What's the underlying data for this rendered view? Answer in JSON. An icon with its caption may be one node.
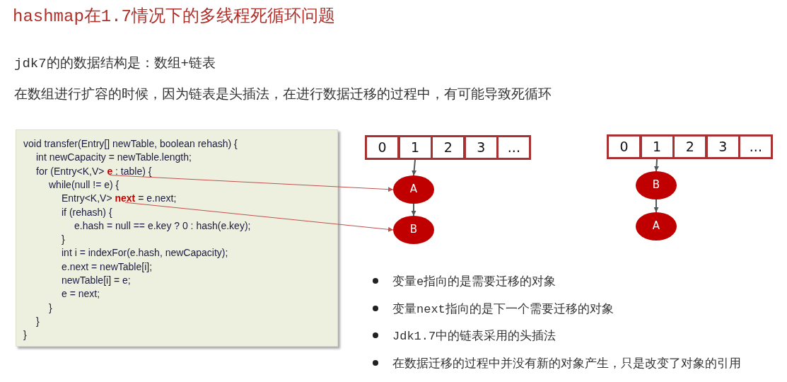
{
  "diagram": {
    "title": "hashmap在1.7情况下的多线程死循环问题",
    "nodes": [
      {
        "text": [
          "void transfer(Entry[] newTable, boolean rehash) {",
          "int newCapacity = newTable.length;",
          "for (Entry<K,V>",
          ": table) {",
          "while(null != e) {",
          "Entry<K,V>",
          "= e.next;",
          "if (rehash) {",
          "e.hash = null == e.key ? 0 : hash(e.key);",
          "}",
          "int i = indexFor(e.hash, newCapacity);",
          "e.next = newTable[i];",
          "newTable[i] = e;",
          "e = next;",
          "}",
          "}",
          "}"
        ]
      },
      {
        "text": [
          "e"
        ],
        "in": 0
      },
      {
        "text": [
          "next"
        ],
        "in": 0
      },
      {
        "text": [
          "0"
        ]
      },
      {
        "text": [
          "1"
        ]
      },
      {
        "text": [
          "2"
        ]
      },
      {
        "text": [
          "3"
        ]
      },
      {
        "text": [
          "..."
        ]
      },
      {
        "text": [
          "A"
        ]
      },
      {
        "text": [
          "B"
        ]
      },
      {
        "text": [
          "0"
        ]
      },
      {
        "text": [
          "1"
        ]
      },
      {
        "text": [
          "2"
        ]
      },
      {
        "text": [
          "3"
        ]
      },
      {
        "text": [
          "..."
        ]
      },
      {
        "text": [
          "B"
        ]
      },
      {
        "text": [
          "A"
        ]
      }
    ],
    "edges": [
      {
        "from": 1,
        "to": 8,
        "arrow": "to",
        "color": "#c0504d"
      },
      {
        "from": 2,
        "to": 9,
        "arrow": "to",
        "color": "#c0504d"
      },
      {
        "from": 4,
        "to": 8,
        "arrow": "to"
      },
      {
        "from": 8,
        "to": 9,
        "arrow": "to"
      },
      {
        "from": 11,
        "to": 15,
        "arrow": "to"
      },
      {
        "from": 15,
        "to": 16,
        "arrow": "to"
      }
    ],
    "labels": [
      "jdk7的的数据结构是：数组+链表",
      "在数组进行扩容的时候，因为链表是头插法，在进行数据迁移的过程中，有可能导致死循环",
      "变量e指向的是需要迁移的对象",
      "变量next指向的是下一个需要迁移的对象",
      "Jdk1.7中的链表采用的头插法",
      "在数据迁移的过程中并没有新的对象产生，只是改变了对象的引用"
    ]
  }
}
